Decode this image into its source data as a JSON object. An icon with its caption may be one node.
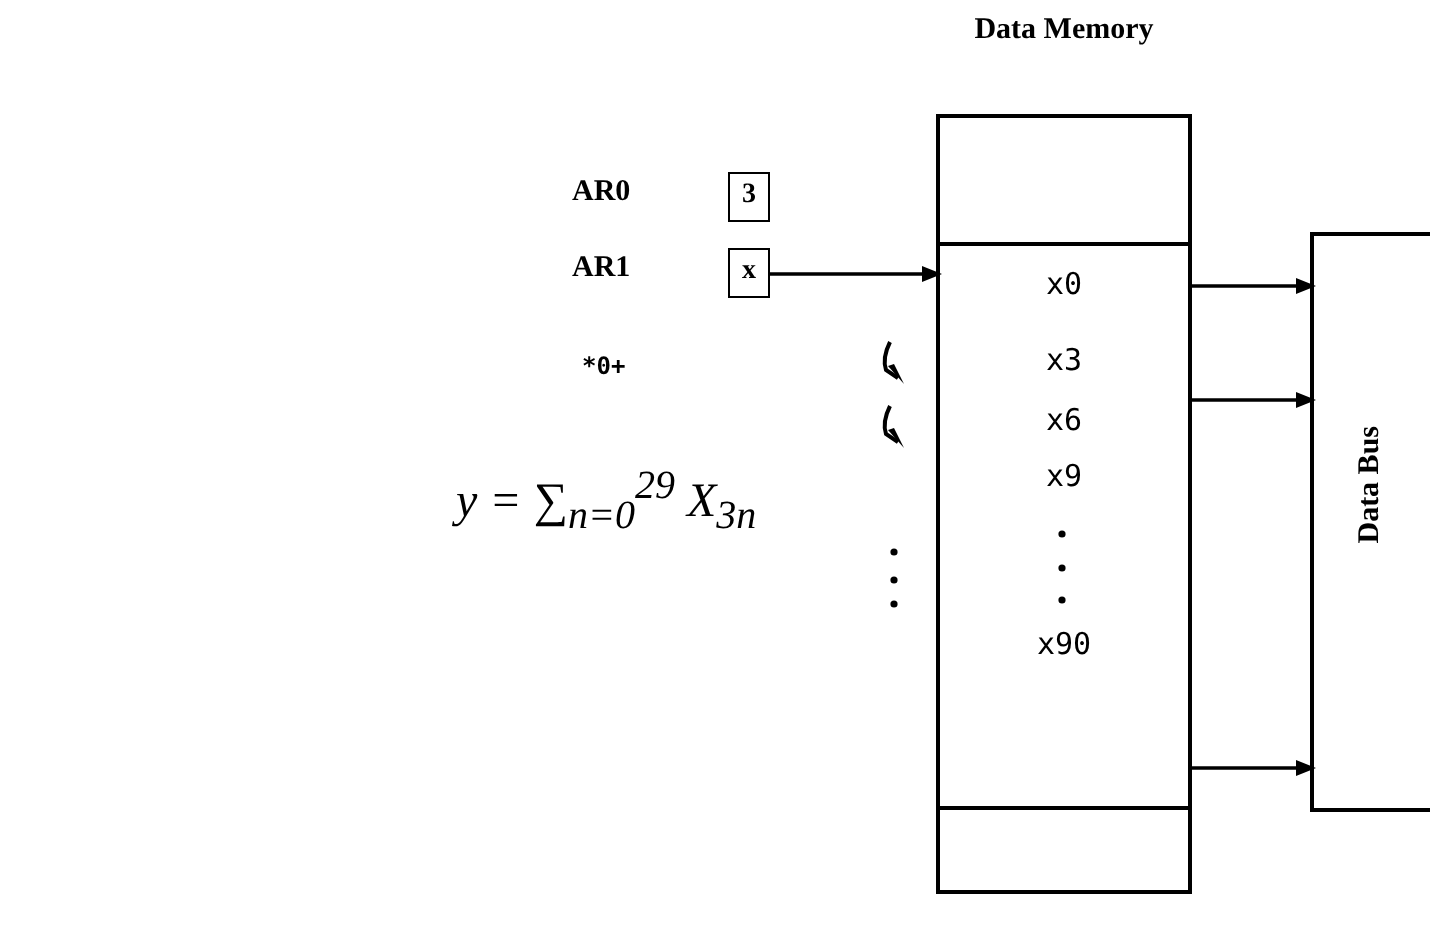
{
  "diagram": {
    "nodes": [
      {
        "text": [
          "AR0",
          "3"
        ]
      },
      {
        "text": [
          "AR1",
          "x"
        ]
      },
      {
        "text": [
          "Data Memory"
        ]
      },
      {
        "text": [],
        "shape": "box",
        "in": 2
      },
      {
        "text": [],
        "shape": "box",
        "in": 2
      },
      {
        "text": [
          "x0"
        ],
        "in": 4
      },
      {
        "text": [
          "x3"
        ],
        "in": 4
      },
      {
        "text": [
          "x6"
        ],
        "in": 4
      },
      {
        "text": [
          "x9"
        ],
        "in": 4
      },
      {
        "text": [
          "x90"
        ],
        "in": 4
      },
      {
        "text": [],
        "shape": "box",
        "in": 2
      },
      {
        "text": [
          "Data Bus"
        ]
      }
    ],
    "edges": [
      {
        "from": 1,
        "to": 4,
        "arrow": "to"
      },
      {
        "from": 4,
        "to": 11,
        "arrow": "to"
      },
      {
        "from": 4,
        "to": 11,
        "arrow": "to"
      },
      {
        "from": 4,
        "to": 11,
        "arrow": "to"
      }
    ],
    "labels": [
      "*0+",
      "y = ∑$_{n=0}$$^{29}$ X$_{3n}$"
    ]
  }
}
